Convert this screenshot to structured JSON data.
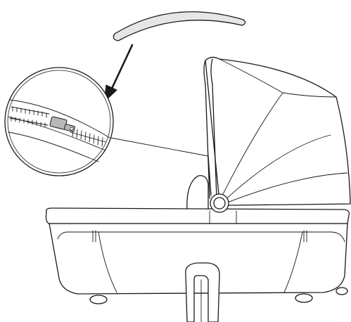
{
  "figure": {
    "subject": "",
    "parts": [
      {
        "id": "canopy-panel",
        "icon": "canopy-panel-icon"
      },
      {
        "id": "arrow",
        "icon": "arrow-down-left-icon"
      },
      {
        "id": "zipper-detail",
        "icon": "zipper-icon"
      },
      {
        "id": "carrycot",
        "icon": "carrycot-icon"
      },
      {
        "id": "hood",
        "icon": "hood-icon"
      },
      {
        "id": "handle",
        "icon": "handle-icon"
      },
      {
        "id": "hinge",
        "icon": "hinge-icon"
      },
      {
        "id": "stand",
        "icon": "stand-icon"
      }
    ],
    "colors": {
      "line": "#1a1a1a",
      "background": "#ffffff",
      "fill_light": "#e6e6e6",
      "fill_dark": "#b8b8b8"
    }
  }
}
